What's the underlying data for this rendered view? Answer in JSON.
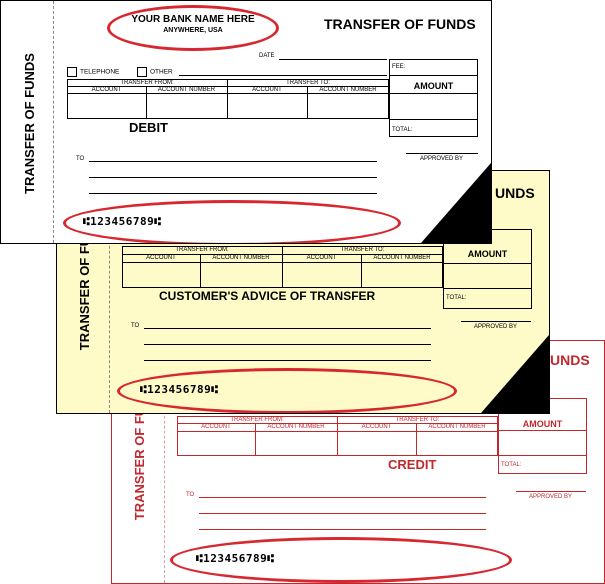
{
  "colors": {
    "accent_red": "#d7282f",
    "yellow_copy": "#fefbc9",
    "credit_red": "#c0282e"
  },
  "bank": {
    "name": "YOUR BANK NAME HERE",
    "location": "ANYWHERE, USA"
  },
  "form_title": "TRANSFER OF FUNDS",
  "title_partial": "UNDS",
  "side_title_full": "TRANSFER OF FUNDS",
  "side_title_partial": "TRANSFER OF FU",
  "date_label": "DATE",
  "fee_label": "FEE:",
  "telephone_label": "TELEPHONE",
  "other_label": "OTHER",
  "table": {
    "from_header": "TRANSFER FROM:",
    "to_header": "TRANSFER TO:",
    "account": "ACCOUNT",
    "account_number": "ACCOUNT NUMBER",
    "amount": "AMOUNT",
    "total": "TOTAL:"
  },
  "to_label": "TO",
  "approved_by": "APPROVED BY",
  "micr": "⑆123456789⑆",
  "copies": {
    "debit": "DEBIT",
    "advice": "CUSTOMER'S ADVICE OF TRANSFER",
    "credit": "CREDIT"
  }
}
